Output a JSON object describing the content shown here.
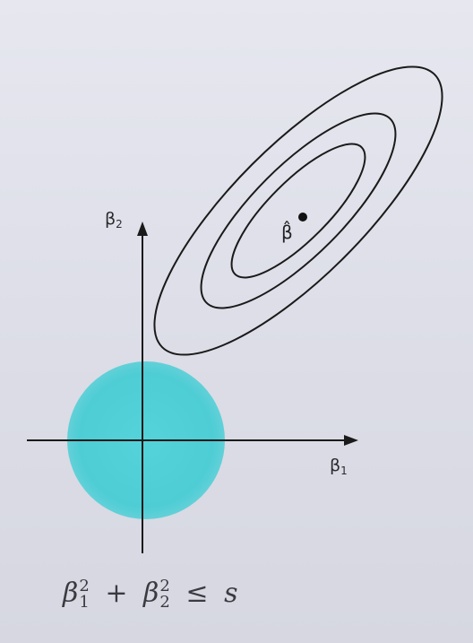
{
  "axes": {
    "x_label": "β",
    "x_label_sub": "1",
    "y_label": "β",
    "y_label_sub": "2"
  },
  "estimate": {
    "label": "β̂"
  },
  "constraint": {
    "lhs_1_base": "β",
    "lhs_1_sup": "2",
    "lhs_1_sub": "1",
    "plus": "+",
    "lhs_2_base": "β",
    "lhs_2_sup": "2",
    "lhs_2_sub": "2",
    "relation": "≤",
    "rhs": "s"
  },
  "colors": {
    "disk": "#4fcfd6",
    "axis": "#1a1a1a",
    "contour": "#1a1a1a"
  }
}
